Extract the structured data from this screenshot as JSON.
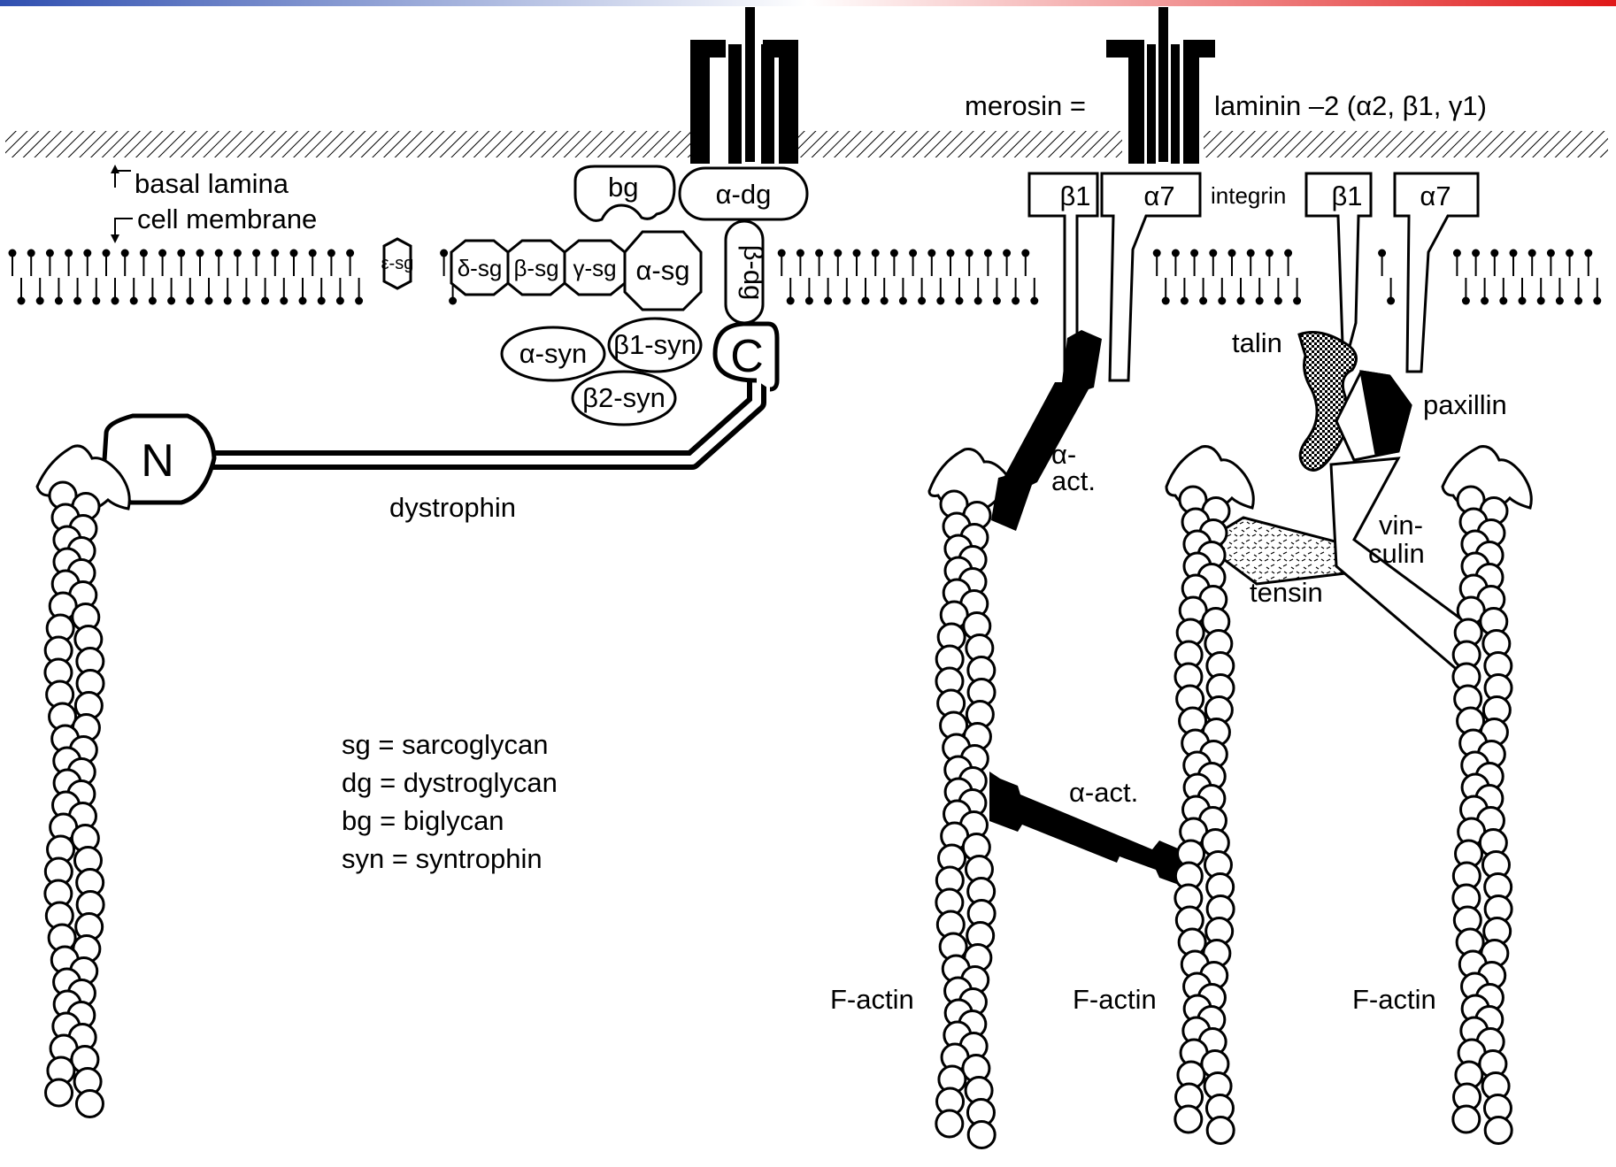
{
  "colors": {
    "top_bar_left": "#2f4fb0",
    "top_bar_right": "#e01818",
    "ink": "#000000",
    "paper": "#ffffff"
  },
  "labels": {
    "basal_lamina": "basal lamina",
    "cell_membrane": "cell membrane",
    "merosin": "merosin =",
    "laminin": "laminin –2 (α2, β1, γ1)",
    "integrin": "integrin",
    "dystrophin": "dystrophin",
    "talin": "talin",
    "paxillin": "paxillin",
    "vinculin_1": "vin-",
    "vinculin_2": "culin",
    "tensin": "tensin",
    "alpha_act_top_1": "α-",
    "alpha_act_top_2": "act.",
    "alpha_act_cross": "α-act.",
    "f_actin_1": "F-actin",
    "f_actin_2": "F-actin",
    "f_actin_3": "F-actin"
  },
  "proteins": {
    "bg": "bg",
    "alpha_dg": "α-dg",
    "beta_dg": "β-dg",
    "epsilon_sg": "ε-sg",
    "delta_sg": "δ-sg",
    "beta_sg": "β-sg",
    "gamma_sg": "γ-sg",
    "alpha_sg": "α-sg",
    "alpha_syn": "α-syn",
    "beta1_syn": "β1-syn",
    "beta2_syn": "β2-syn",
    "c_term": "C",
    "n_term": "N",
    "integrin_beta1_a": "β1",
    "integrin_alpha7_a": "α7",
    "integrin_beta1_b": "β1",
    "integrin_alpha7_b": "α7"
  },
  "legend": [
    "sg = sarcoglycan",
    "dg = dystroglycan",
    "bg = biglycan",
    "syn = syntrophin"
  ]
}
